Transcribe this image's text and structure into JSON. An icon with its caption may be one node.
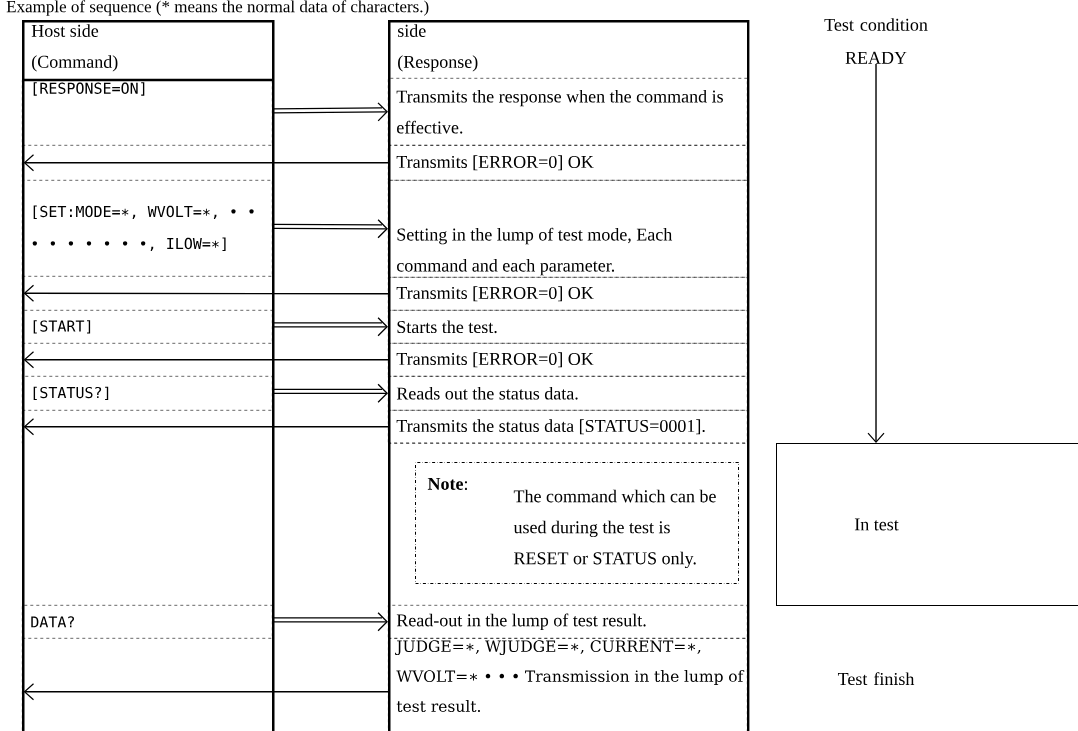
{
  "diagram": {
    "title": "Example of sequence (* means the normal data of characters.)",
    "nodes": [
      {
        "text": [
          "Host side (Command)"
        ]
      },
      {
        "text": [
          "side (Response)"
        ]
      },
      {
        "text": [
          "[RESPONSE=ON]"
        ],
        "in": 0
      },
      {
        "text": [],
        "shape": "box",
        "in": 0
      },
      {
        "text": [
          "[SET:MODE=∗, WVOLT=∗, • • • • • • • • •, ILOW=∗]"
        ],
        "in": 0
      },
      {
        "text": [],
        "shape": "box",
        "in": 0
      },
      {
        "text": [
          "[START]"
        ],
        "in": 0
      },
      {
        "text": [],
        "shape": "box",
        "in": 0
      },
      {
        "text": [
          "[STATUS?]"
        ],
        "in": 0
      },
      {
        "text": [],
        "shape": "box",
        "in": 0
      },
      {
        "text": [
          "DATA?"
        ],
        "in": 0
      },
      {
        "text": [],
        "shape": "box",
        "in": 0
      },
      {
        "text": [
          "Transmits the response when the command is effective."
        ],
        "in": 1
      },
      {
        "text": [
          "Transmits [ERROR=0] OK"
        ],
        "in": 1
      },
      {
        "text": [
          "Setting in the lump of test mode, Each command and each parameter."
        ],
        "in": 1
      },
      {
        "text": [
          "Transmits [ERROR=0] OK"
        ],
        "in": 1
      },
      {
        "text": [
          "Starts the test."
        ],
        "in": 1
      },
      {
        "text": [
          "Transmits [ERROR=0] OK"
        ],
        "in": 1
      },
      {
        "text": [
          "Reads out the status data."
        ],
        "in": 1
      },
      {
        "text": [
          "Transmits the status data [STATUS=0001]."
        ],
        "in": 1
      },
      {
        "text": [
          "**Note**:",
          "The command which can be used during the test is RESET or STATUS only."
        ],
        "in": 1
      },
      {
        "text": [
          "Read-out in the lump of test result."
        ],
        "in": 1
      },
      {
        "text": [
          "JUDGE=∗, WJUDGE=∗, CURRENT=∗, WVOLT=∗ • • • Transmission in the lump of test result."
        ],
        "in": 1
      },
      {
        "text": [
          "Test condition READY"
        ]
      },
      {
        "text": [
          "In test"
        ]
      }
    ],
    "edges": [
      {
        "from": 2,
        "to": 12,
        "arrow": "to"
      },
      {
        "from": 13,
        "to": 3,
        "arrow": "to"
      },
      {
        "from": 4,
        "to": 14,
        "arrow": "to"
      },
      {
        "from": 15,
        "to": 5,
        "arrow": "to"
      },
      {
        "from": 6,
        "to": 16,
        "arrow": "to"
      },
      {
        "from": 17,
        "to": 7,
        "arrow": "to"
      },
      {
        "from": 8,
        "to": 18,
        "arrow": "to"
      },
      {
        "from": 19,
        "to": 9,
        "arrow": "to"
      },
      {
        "from": 10,
        "to": 21,
        "arrow": "to"
      },
      {
        "from": 22,
        "to": 11,
        "arrow": "to"
      },
      {
        "from": 23,
        "to": 24,
        "arrow": "to"
      }
    ],
    "labels": [
      "Test finish"
    ]
  }
}
